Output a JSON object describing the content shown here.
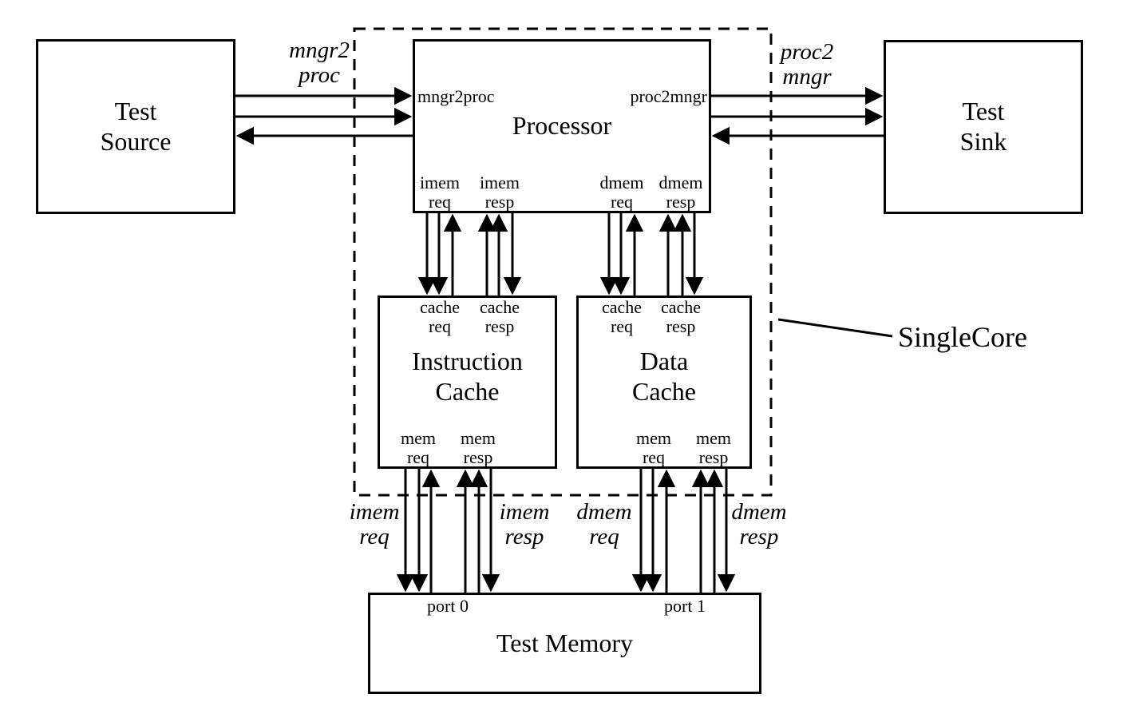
{
  "colors": {
    "ink": "#000000",
    "background": "#ffffff"
  },
  "blocks": {
    "test_source": {
      "title": "Test\nSource"
    },
    "test_sink": {
      "title": "Test\nSink"
    },
    "processor": {
      "title": "Processor",
      "port_mngr2proc": "mngr2proc",
      "port_proc2mngr": "proc2mngr",
      "port_imem_req": "imem\nreq",
      "port_imem_resp": "imem\nresp",
      "port_dmem_req": "dmem\nreq",
      "port_dmem_resp": "dmem\nresp"
    },
    "icache": {
      "title": "Instruction\nCache",
      "port_cache_req": "cache\nreq",
      "port_cache_resp": "cache\nresp",
      "port_mem_req": "mem\nreq",
      "port_mem_resp": "mem\nresp"
    },
    "dcache": {
      "title": "Data\nCache",
      "port_cache_req": "cache\nreq",
      "port_cache_resp": "cache\nresp",
      "port_mem_req": "mem\nreq",
      "port_mem_resp": "mem\nresp"
    },
    "test_memory": {
      "title": "Test Memory",
      "port_0": "port 0",
      "port_1": "port 1"
    },
    "singlecore": {
      "label": "SingleCore"
    }
  },
  "channel_labels": {
    "mngr2proc": "mngr2\nproc",
    "proc2mngr": "proc2\nmngr",
    "imem_req": "imem\nreq",
    "imem_resp": "imem\nresp",
    "dmem_req": "dmem\nreq",
    "dmem_resp": "dmem\nresp"
  }
}
